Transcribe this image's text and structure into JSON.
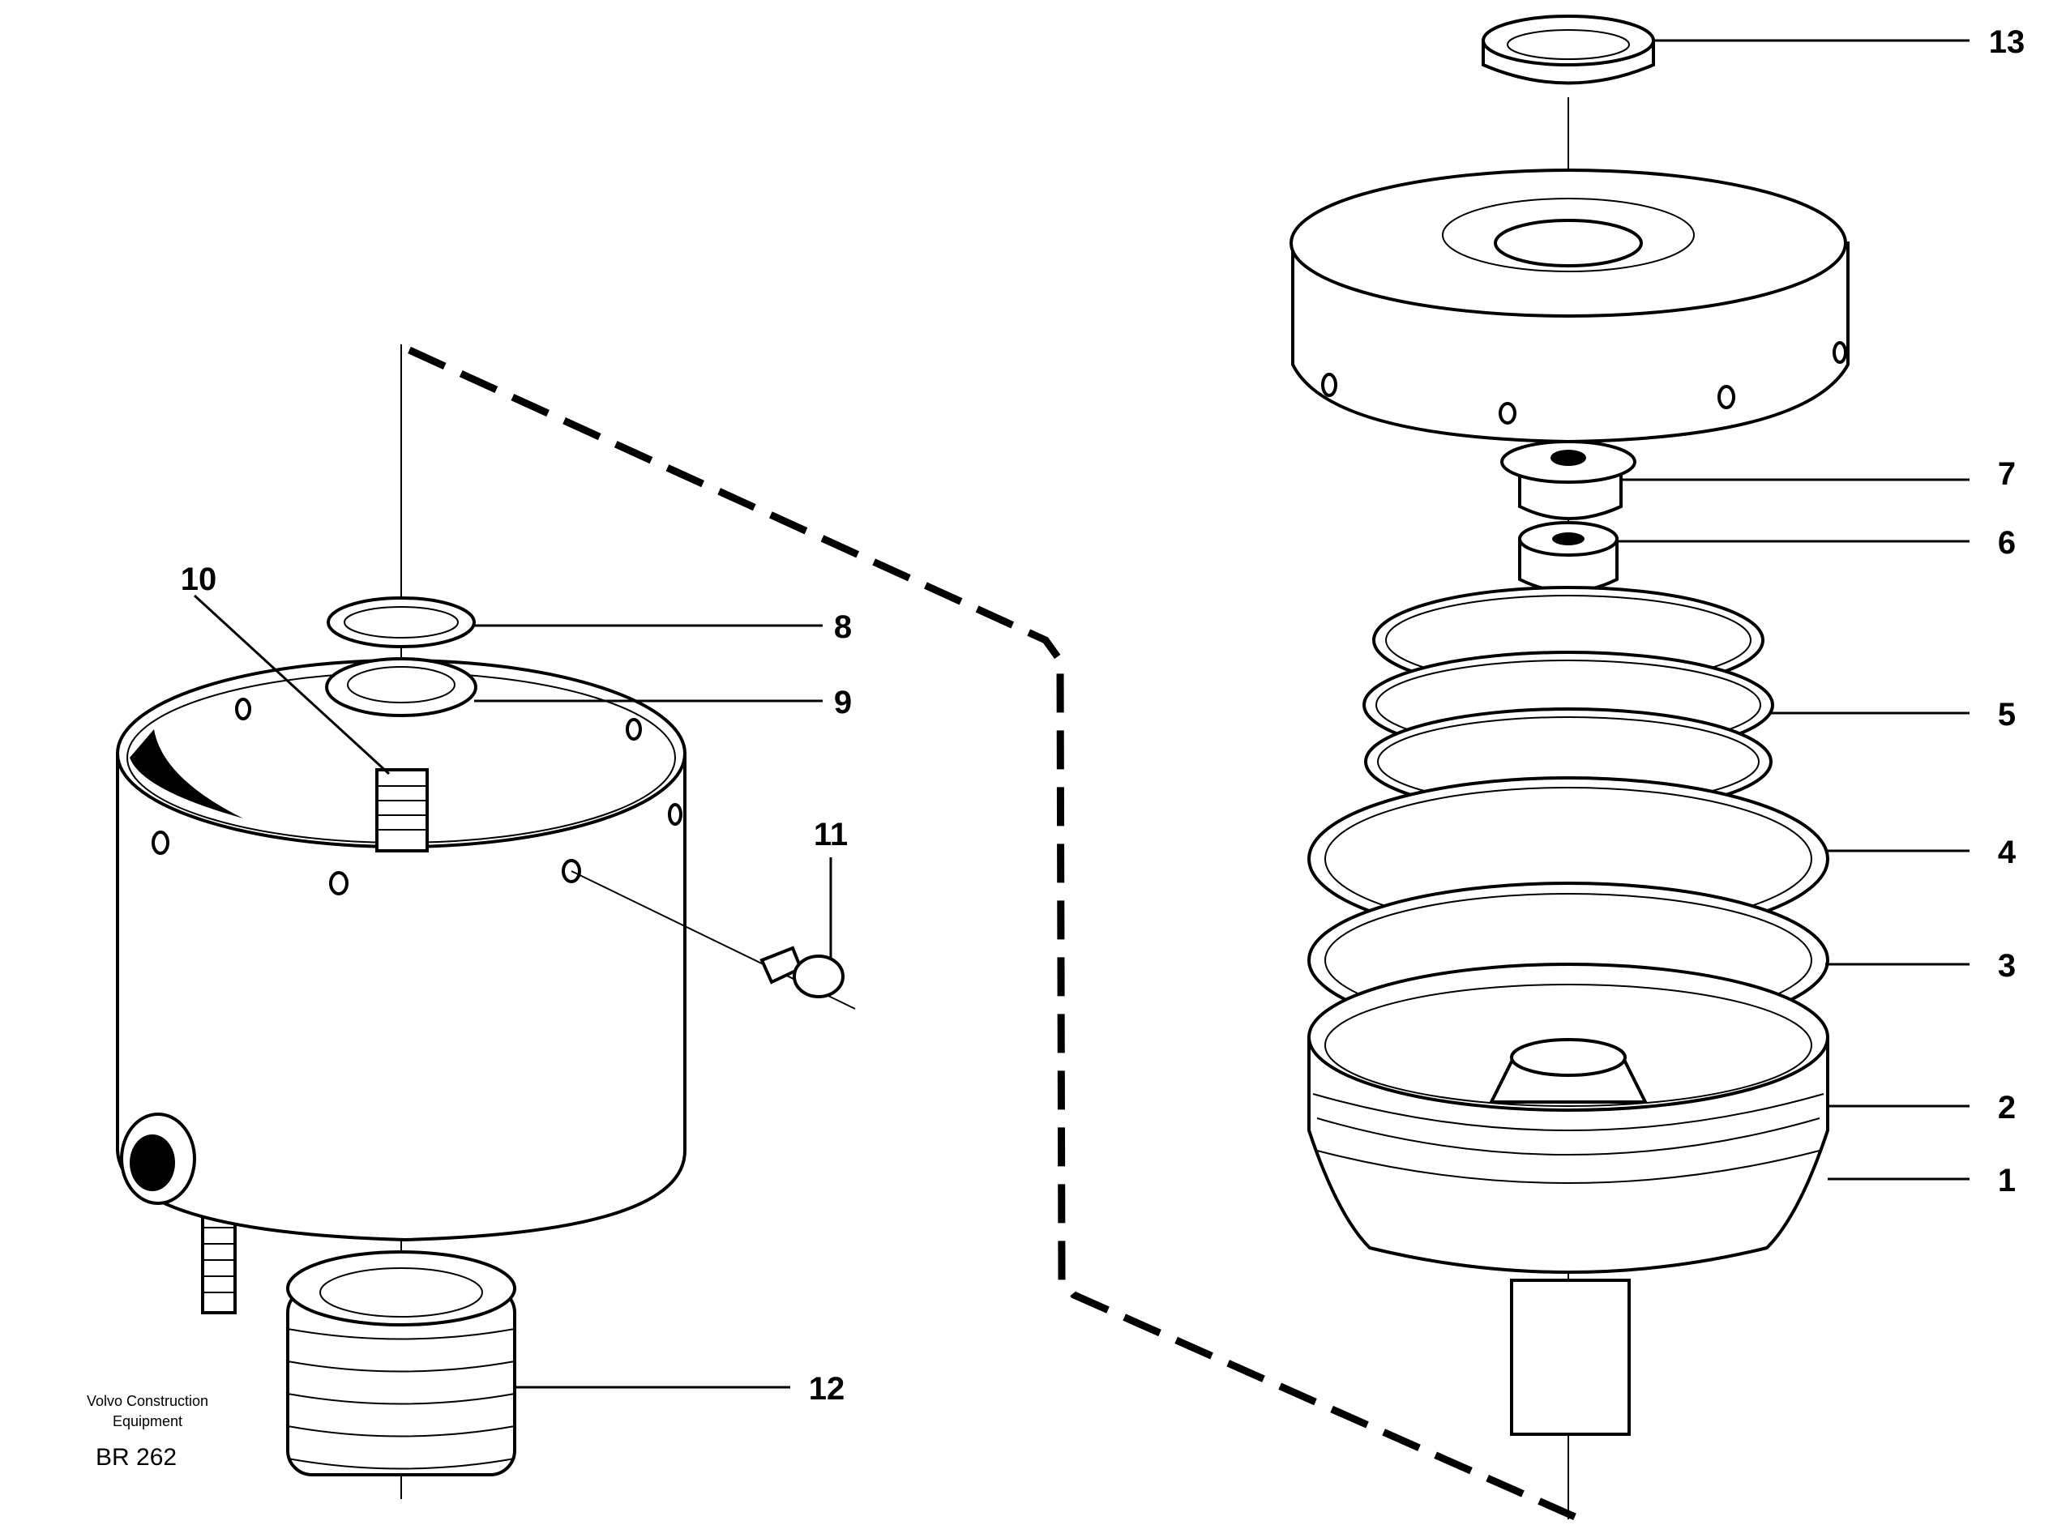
{
  "drawing": {
    "credit_line1": "Volvo Construction",
    "credit_line2": "Equipment",
    "code": "BR 262"
  },
  "callouts": {
    "c1": "1",
    "c2": "2",
    "c3": "3",
    "c4": "4",
    "c5": "5",
    "c6": "6",
    "c7": "7",
    "c8": "8",
    "c9": "9",
    "c10": "10",
    "c11": "11",
    "c12": "12",
    "c13": "13"
  }
}
